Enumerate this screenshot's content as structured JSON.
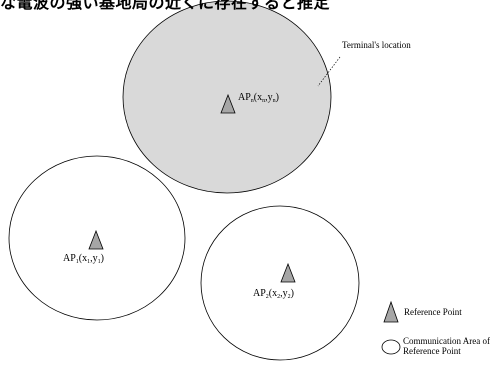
{
  "header_text": "な電波の強い基地局の近くに存在すると推定",
  "callout": "Terminal's location",
  "access_points": [
    {
      "base": "AP",
      "index": "n",
      "x_var": "x",
      "y_var": "y",
      "sub": "n"
    },
    {
      "base": "AP",
      "index": "1",
      "x_var": "x",
      "y_var": "y",
      "sub": "1"
    },
    {
      "base": "AP",
      "index": "2",
      "x_var": "x",
      "y_var": "y",
      "sub": "2"
    }
  ],
  "legend": {
    "reference_point": "Reference Point",
    "area_line1": "Communication Area of",
    "area_line2": "Reference Point"
  },
  "colors": {
    "highlight_fill": "#d9d9d9",
    "marker_fill": "#a6a6a6",
    "stroke": "#000000"
  }
}
